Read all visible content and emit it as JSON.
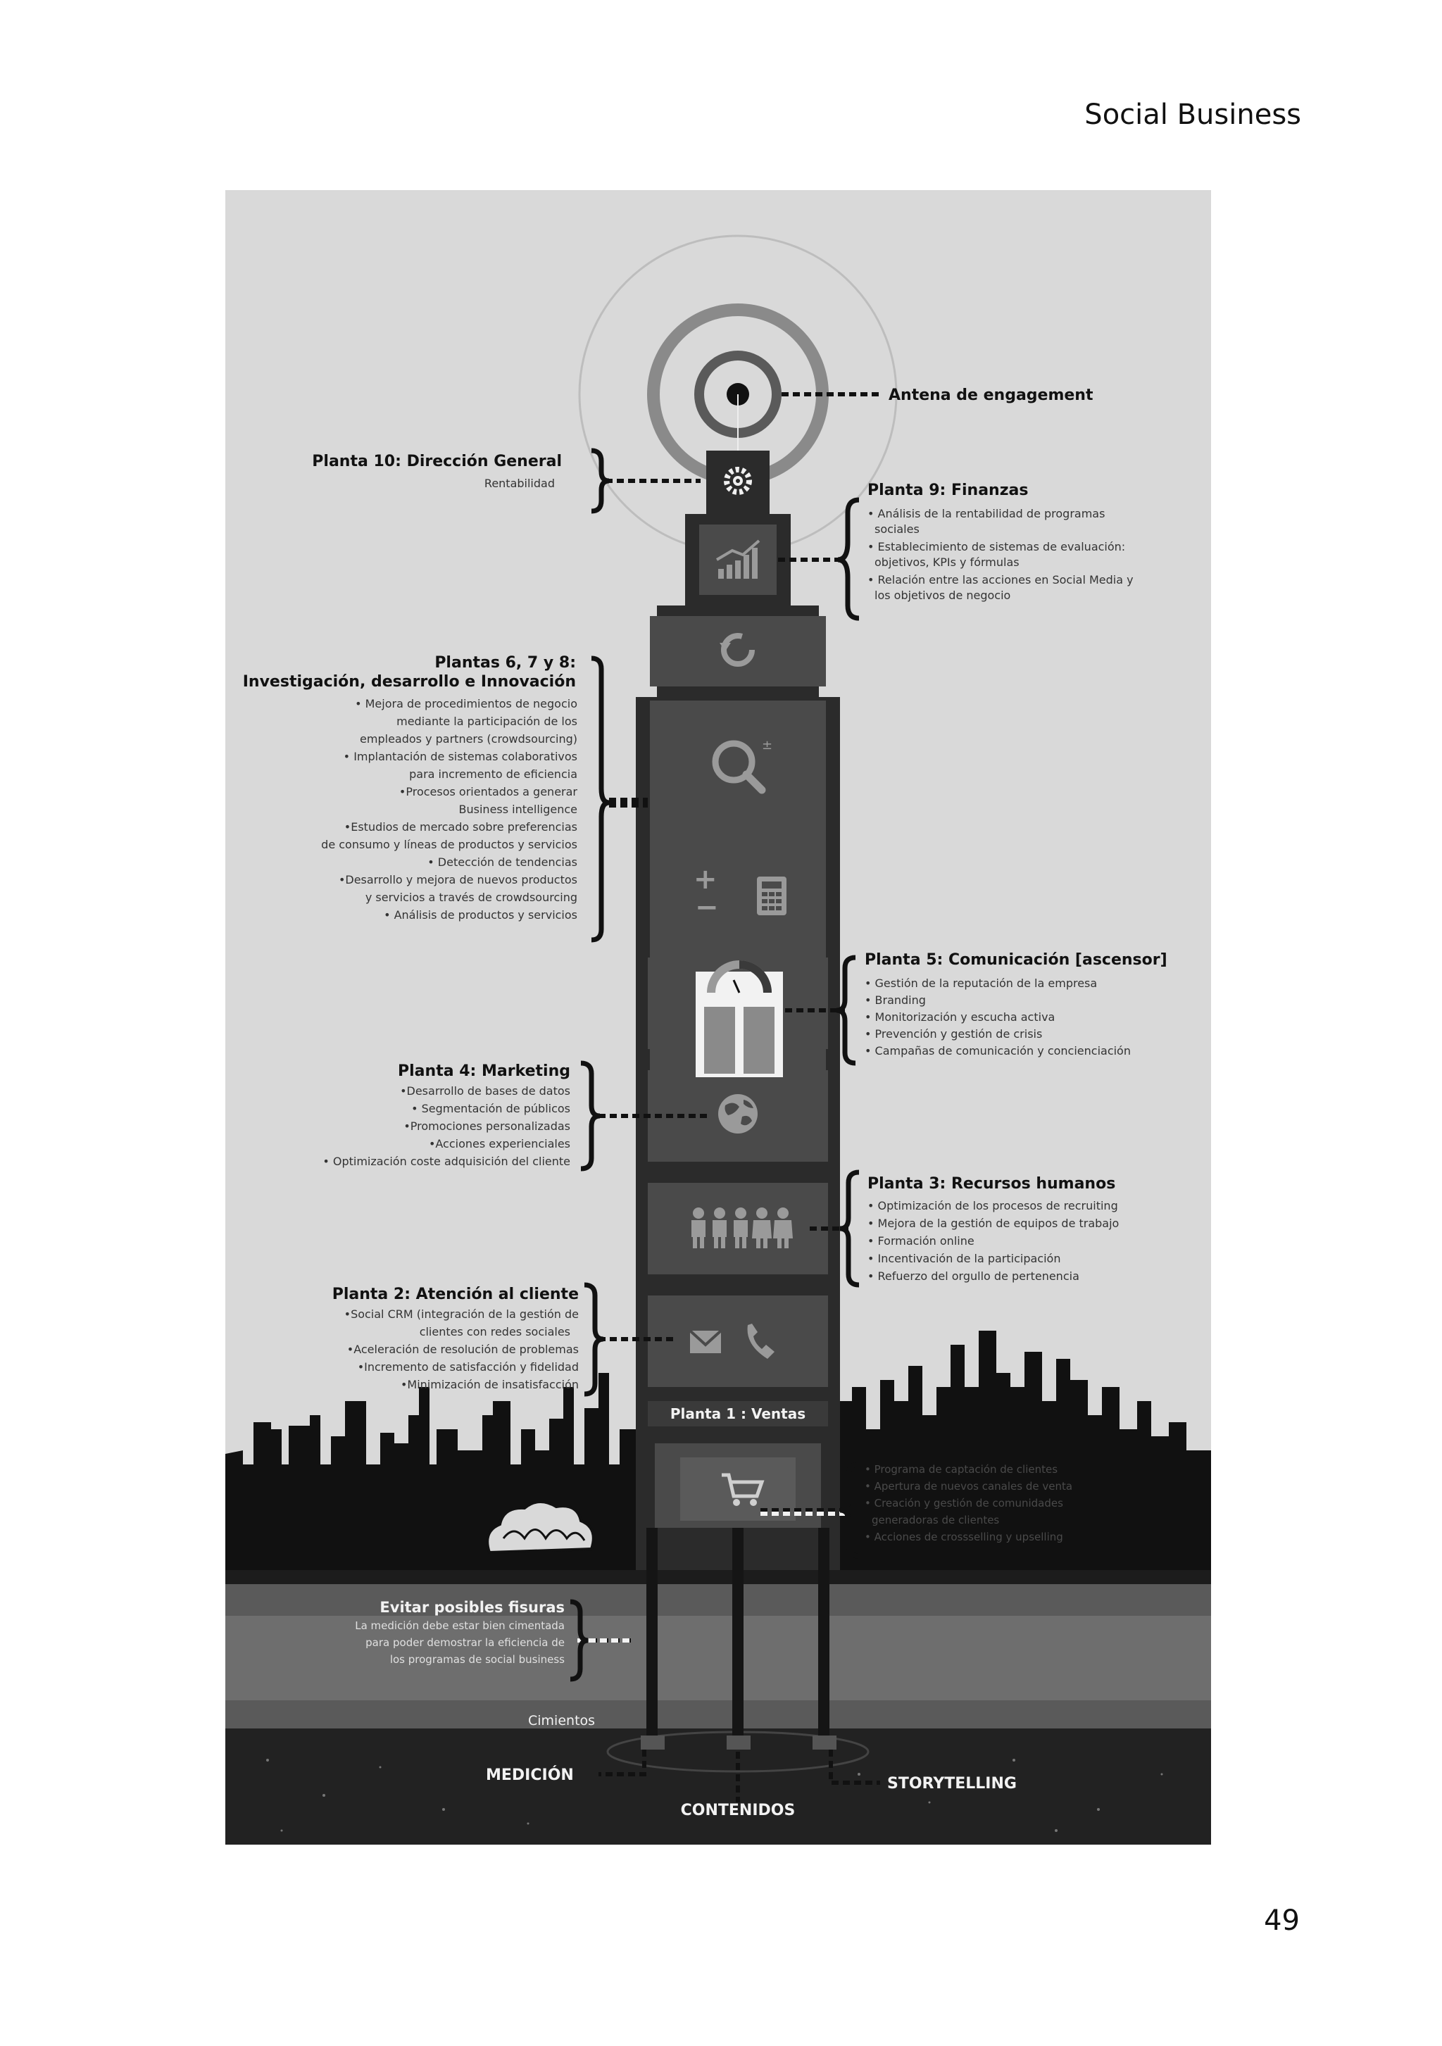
{
  "page": {
    "header": "Social Business",
    "number": "49"
  },
  "antenna": {
    "label": "Antena de engagement"
  },
  "floors": {
    "p10": {
      "title": "Planta 10: Dirección General",
      "items": [
        "Rentabilidad"
      ]
    },
    "p9": {
      "title": "Planta 9: Finanzas",
      "items": [
        "• Análisis de la rentabilidad de programas",
        "sociales",
        "• Establecimiento de sistemas de evaluación:",
        "objetivos, KPIs y fórmulas",
        "• Relación entre las acciones en Social Media y",
        "los objetivos de negocio"
      ]
    },
    "p678": {
      "title1": "Plantas 6, 7 y 8:",
      "title2": "Investigación, desarrollo e Innovación",
      "items": [
        "• Mejora de procedimientos de negocio",
        "mediante la participación de los",
        "empleados y partners (crowdsourcing)",
        "• Implantación de sistemas colaborativos",
        "para incremento de eficiencia",
        "•Procesos orientados a generar",
        "Business intelligence",
        "•Estudios de mercado sobre preferencias",
        "de consumo y líneas de productos y servicios",
        "• Detección de tendencias",
        "•Desarrollo y mejora de nuevos productos",
        "y servicios a través de crowdsourcing",
        "• Análisis de productos y servicios"
      ]
    },
    "p5": {
      "title": "Planta 5: Comunicación [ascensor]",
      "items": [
        "• Gestión de la reputación de la empresa",
        "• Branding",
        "• Monitorización y escucha activa",
        "• Prevención y gestión de crisis",
        "• Campañas de comunicación y concienciación"
      ]
    },
    "p4": {
      "title": "Planta 4: Marketing",
      "items": [
        "•Desarrollo de bases de datos",
        "• Segmentación de públicos",
        "•Promociones personalizadas",
        "•Acciones experienciales",
        "• Optimización coste adquisición del cliente"
      ]
    },
    "p3": {
      "title": "Planta 3: Recursos humanos",
      "items": [
        "• Optimización de los procesos de recruiting",
        "• Mejora de la gestión de equipos de trabajo",
        "• Formación online",
        "• Incentivación de la participación",
        "• Refuerzo del orgullo de pertenencia"
      ]
    },
    "p2": {
      "title": "Planta 2: Atención al cliente",
      "items": [
        "•Social CRM (integración de la gestión de",
        "clientes con redes sociales",
        "•Aceleración de resolución de problemas",
        "•Incremento de satisfacción y fidelidad",
        "•Minimización de insatisfacción"
      ]
    },
    "p1": {
      "title": "Planta 1 : Ventas",
      "items": [
        "• Programa de captación de clientes",
        "• Apertura de nuevos canales de venta",
        "• Creación y gestión de comunidades",
        "generadoras de clientes",
        "• Acciones de crossselling y upselling"
      ]
    }
  },
  "foundation": {
    "fissures_title": "Evitar posibles fisuras",
    "fissures_items": [
      "La medición debe estar bien cimentada",
      "para poder demostrar la eficiencia de",
      "los programas de social business"
    ],
    "label": "Cimientos",
    "pillars": [
      "MEDICIÓN",
      "CONTENIDOS",
      "STORYTELLING"
    ]
  },
  "colors": {
    "dark": "#2b2b2b",
    "panel": "#4a4a4a",
    "bg": "#d9d9d9",
    "ground": "#6e6e6e"
  }
}
